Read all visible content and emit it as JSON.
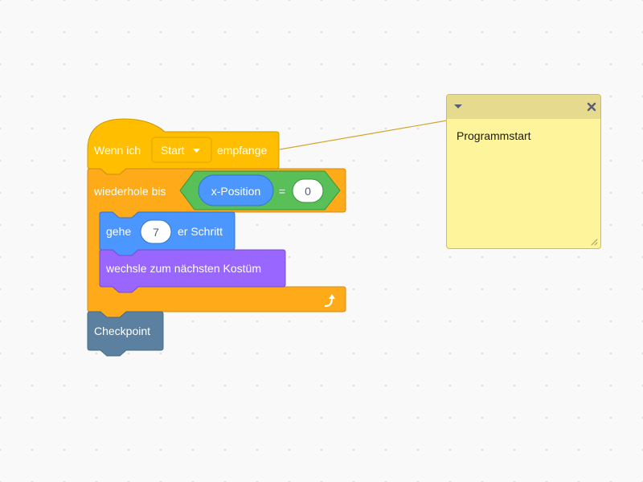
{
  "workspace": {
    "hat_block": {
      "prefix": "Wenn ich",
      "dropdown_value": "Start",
      "suffix": "empfange",
      "color": "#ffbf00"
    },
    "repeat_block": {
      "label": "wiederhole bis",
      "color": "#ffab19",
      "condition": {
        "reporter": "x-Position",
        "operator": "=",
        "value": "0",
        "operator_color": "#59c059",
        "reporter_color": "#4c97ff"
      }
    },
    "move_block": {
      "prefix": "gehe",
      "value": "7",
      "suffix": "er Schritt",
      "color": "#4c97ff"
    },
    "costume_block": {
      "label": "wechsle zum nächsten Kostüm",
      "color": "#9966ff"
    },
    "custom_block": {
      "label": "Checkpoint",
      "color": "#5b80a0"
    },
    "note": {
      "text": "Programmstart",
      "color": "#fef49c"
    }
  }
}
